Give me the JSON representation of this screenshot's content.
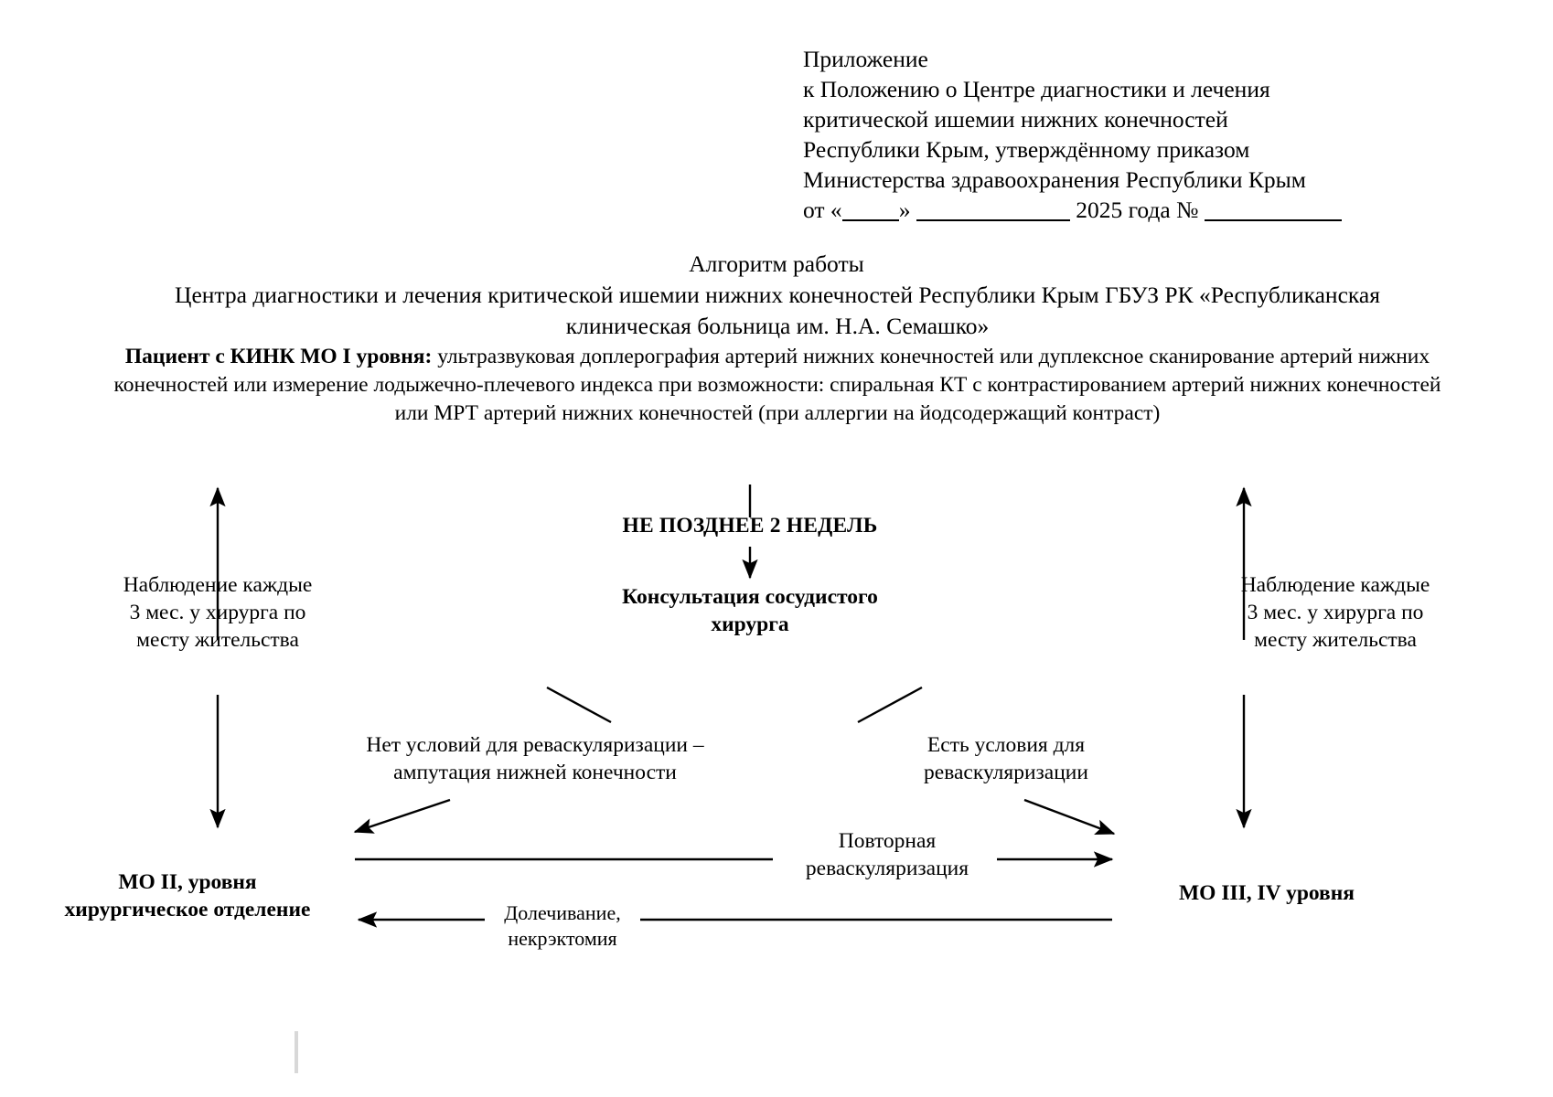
{
  "document": {
    "appendix": {
      "lines": [
        "Приложение",
        "к Положению о Центре диагностики и лечения",
        "критической ишемии нижних конечностей",
        "Республики Крым, утверждённому приказом",
        "Министерства здравоохранения Республики Крым"
      ],
      "date_line_prefix": "от «",
      "date_line_mid": "»",
      "year_text": "2025 года №"
    },
    "title": {
      "line1": "Алгоритм работы",
      "line2": "Центра диагностики и лечения критической ишемии нижних конечностей Республики Крым ГБУЗ РК «Республиканская",
      "line3": "клиническая больница им. Н.А. Семашко»"
    },
    "intro": {
      "bold_lead": "Пациент с КИНК МО I уровня:",
      "line1_rest": " ультразвуковая доплерография артерий нижних конечностей или дуплексное сканирование артерий нижних",
      "line2": "конечностей или измерение лодыжечно-плечевого индекса при возможности: спиральная КТ с контрастированием артерий нижних конечностей",
      "line3": "или МРТ артерий нижних конечностей (при аллергии на йодсодержащий контраст)"
    }
  },
  "diagram": {
    "deadline": "НЕ ПОЗДНЕЕ 2 НЕДЕЛЬ",
    "consultation": {
      "line1": "Консультация сосудистого",
      "line2": "хирурга"
    },
    "left_observation": {
      "line1": "Наблюдение каждые",
      "line2": "3 мес. у хирурга по",
      "line3": "месту жительства"
    },
    "right_observation": {
      "line1": "Наблюдение каждые",
      "line2": "3 мес. у хирурга по",
      "line3": "месту жительства"
    },
    "no_revascularization": {
      "line1": "Нет условий для реваскуляризации –",
      "line2": "ампутация нижней конечности"
    },
    "yes_revascularization": {
      "line1": "Есть условия для",
      "line2": "реваскуляризации"
    },
    "repeat_revascularization": {
      "line1": "Повторная",
      "line2": "реваскуляризация"
    },
    "aftercare": {
      "line1": "Долечивание,",
      "line2": "некрэктомия"
    },
    "mo_level2": {
      "line1": "МО II, уровня",
      "line2": "хирургическое отделение"
    },
    "mo_level34": {
      "line1": "МО III, IV уровня"
    }
  },
  "style": {
    "ink": "#000000",
    "paper": "#ffffff"
  }
}
